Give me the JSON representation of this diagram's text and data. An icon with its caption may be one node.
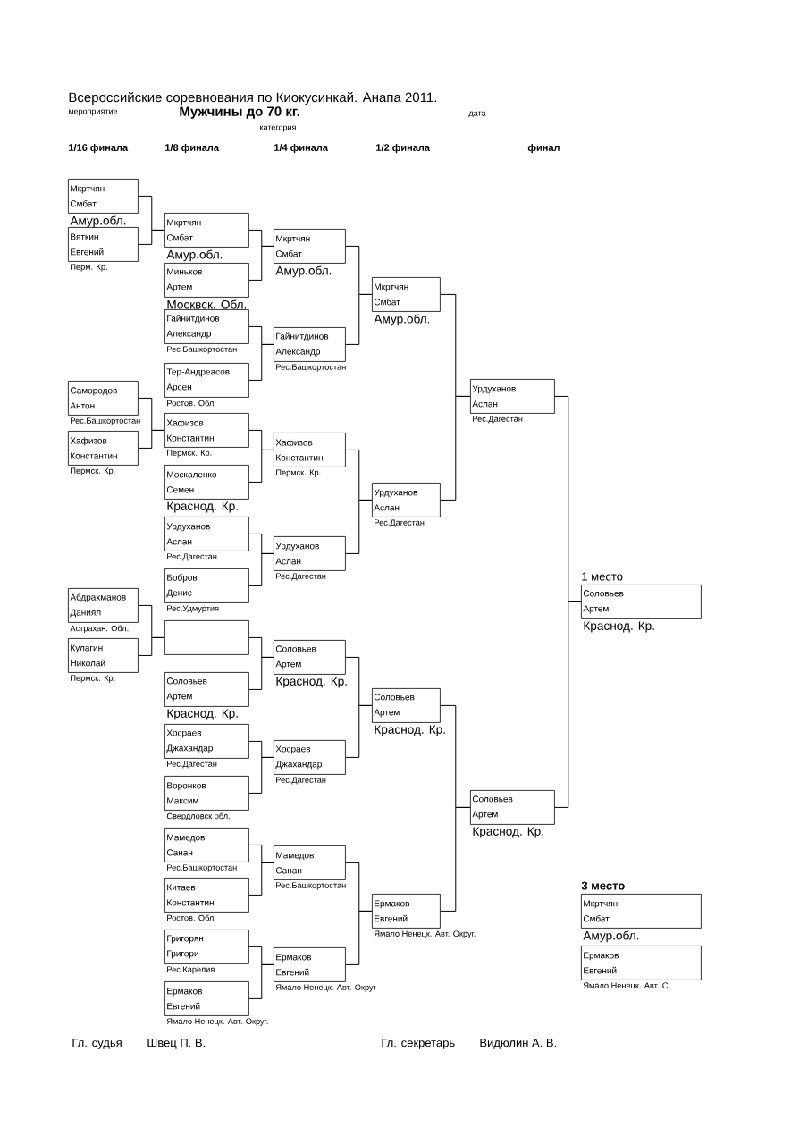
{
  "diagram": {
    "title": "Всероссийские соревнования по Киокусинкай. Анапа 2011.",
    "nodes": [
      {
        "text": [
          "Мкртчян",
          "Смбат"
        ],
        "beside": [
          "Амур.обл."
        ]
      },
      {
        "text": [
          "Вяткин",
          "Евгений"
        ],
        "beside": [
          "Перм. Кр."
        ]
      },
      {
        "text": [
          "Самородов",
          "Антон"
        ],
        "beside": [
          "Рес.Башкортостан"
        ]
      },
      {
        "text": [
          "Хафизов",
          "Константин"
        ],
        "beside": [
          "Пермск. Кр."
        ]
      },
      {
        "text": [
          "Абдрахманов",
          "Даниял"
        ],
        "beside": [
          "Астрахан. Обл."
        ]
      },
      {
        "text": [
          "Кулагин",
          "Николай"
        ],
        "beside": [
          "Пермск. Кр."
        ]
      },
      {
        "text": [
          "Мкртчян",
          "Смбат"
        ],
        "beside": [
          "Амур.обл."
        ]
      },
      {
        "text": [
          "Миньков",
          "Артем"
        ],
        "beside": [
          "Москвск. Обл."
        ]
      },
      {
        "text": [
          "Гайнитдинов",
          "Александр"
        ],
        "beside": [
          "Рес Башкортостан"
        ]
      },
      {
        "text": [
          "Тер-Андреасов",
          "Арсен"
        ],
        "beside": [
          "Ростов. Обл."
        ]
      },
      {
        "text": [
          "Хафизов",
          "Константин"
        ],
        "beside": [
          "Пермск. Кр."
        ]
      },
      {
        "text": [
          "Москаленко",
          "Семен"
        ],
        "beside": [
          "Краснод. Кр."
        ]
      },
      {
        "text": [
          "Урдуханов",
          "Аслан"
        ],
        "beside": [
          "Рес.Дагестан"
        ]
      },
      {
        "text": [
          "Бобров",
          "Денис"
        ],
        "beside": [
          "Рес.Удмуртия"
        ]
      },
      {
        "text": [],
        "shape": "box"
      },
      {
        "text": [
          "Соловьев",
          "Артем"
        ],
        "beside": [
          "Краснод. Кр."
        ]
      },
      {
        "text": [
          "Хосраев",
          "Джахандар"
        ],
        "beside": [
          "Рес.Дагестан"
        ]
      },
      {
        "text": [
          "Воронков",
          "Максим"
        ],
        "beside": [
          "Свердловск обл."
        ]
      },
      {
        "text": [
          "Мамедов",
          "Санан"
        ],
        "beside": [
          "Рес.Башкортостан"
        ]
      },
      {
        "text": [
          "Китаев",
          "Константин"
        ],
        "beside": [
          "Ростов. Обл."
        ]
      },
      {
        "text": [
          "Григорян",
          "Григори"
        ],
        "beside": [
          "Рес.Карелия"
        ]
      },
      {
        "text": [
          "Ермаков",
          "Евгений"
        ],
        "beside": [
          "Ямало Ненецк. Авт. Округ."
        ]
      },
      {
        "text": [
          "Мкртчян",
          "Смбат"
        ],
        "beside": [
          "Амур.обл."
        ]
      },
      {
        "text": [
          "Гайнитдинов",
          "Александр"
        ],
        "beside": [
          "Рес.Башкортостан"
        ]
      },
      {
        "text": [
          "Хафизов",
          "Константин"
        ],
        "beside": [
          "Пермск. Кр."
        ]
      },
      {
        "text": [
          "Урдуханов",
          "Аслан"
        ],
        "beside": [
          "Рес.Дагестан"
        ]
      },
      {
        "text": [
          "Соловьев",
          "Артем"
        ],
        "beside": [
          "Краснод. Кр."
        ]
      },
      {
        "text": [
          "Хосраев",
          "Джахандар"
        ],
        "beside": [
          "Рес.Дагестан"
        ]
      },
      {
        "text": [
          "Мамедов",
          "Санан"
        ],
        "beside": [
          "Рес.Башкортостан"
        ]
      },
      {
        "text": [
          "Ермаков",
          "Евгений"
        ],
        "beside": [
          "Ямало Ненецк. Авт. Округ"
        ]
      },
      {
        "text": [
          "Мкртчян",
          "Смбат"
        ],
        "beside": [
          "Амур.обл."
        ]
      },
      {
        "text": [
          "Урдуханов",
          "Аслан"
        ],
        "beside": [
          "Рес.Дагестан"
        ]
      },
      {
        "text": [
          "Соловьев",
          "Артем"
        ],
        "beside": [
          "Краснод. Кр."
        ]
      },
      {
        "text": [
          "Ермаков",
          "Евгений"
        ],
        "beside": [
          "Ямало Ненецк. Авт. Округ."
        ]
      },
      {
        "text": [
          "Урдуханов",
          "Аслан"
        ],
        "beside": [
          "Рес.Дагестан"
        ]
      },
      {
        "text": [
          "Соловьев",
          "Артем"
        ],
        "beside": [
          "Краснод. Кр."
        ]
      },
      {
        "text": [
          "1 место",
          "Соловьев",
          "Артем"
        ],
        "beside": [
          "Краснод. Кр."
        ]
      },
      {
        "text": [
          "3 место",
          "Мкртчян",
          "Смбат"
        ],
        "beside": [
          "Амур.обл."
        ]
      },
      {
        "text": [
          "Ермаков",
          "Евгений"
        ],
        "beside": [
          "Ямало Ненецк. Авт. С"
        ]
      }
    ],
    "edges": [
      {
        "from": 0,
        "to": 6,
        "arrow": "none"
      },
      {
        "from": 1,
        "to": 6,
        "arrow": "none"
      },
      {
        "from": 2,
        "to": 10,
        "arrow": "none"
      },
      {
        "from": 3,
        "to": 10,
        "arrow": "none"
      },
      {
        "from": 4,
        "to": 14,
        "arrow": "none"
      },
      {
        "from": 5,
        "to": 14,
        "arrow": "none"
      },
      {
        "from": 6,
        "to": 22,
        "arrow": "none"
      },
      {
        "from": 7,
        "to": 22,
        "arrow": "none"
      },
      {
        "from": 8,
        "to": 23,
        "arrow": "none"
      },
      {
        "from": 9,
        "to": 23,
        "arrow": "none"
      },
      {
        "from": 10,
        "to": 24,
        "arrow": "none"
      },
      {
        "from": 11,
        "to": 24,
        "arrow": "none"
      },
      {
        "from": 12,
        "to": 25,
        "arrow": "none"
      },
      {
        "from": 13,
        "to": 25,
        "arrow": "none"
      },
      {
        "from": 14,
        "to": 26,
        "arrow": "none"
      },
      {
        "from": 15,
        "to": 26,
        "arrow": "none"
      },
      {
        "from": 16,
        "to": 27,
        "arrow": "none"
      },
      {
        "from": 17,
        "to": 27,
        "arrow": "none"
      },
      {
        "from": 18,
        "to": 28,
        "arrow": "none"
      },
      {
        "from": 19,
        "to": 28,
        "arrow": "none"
      },
      {
        "from": 20,
        "to": 29,
        "arrow": "none"
      },
      {
        "from": 21,
        "to": 29,
        "arrow": "none"
      },
      {
        "from": 22,
        "to": 30,
        "arrow": "none"
      },
      {
        "from": 23,
        "to": 30,
        "arrow": "none"
      },
      {
        "from": 24,
        "to": 31,
        "arrow": "none"
      },
      {
        "from": 25,
        "to": 31,
        "arrow": "none"
      },
      {
        "from": 26,
        "to": 32,
        "arrow": "none"
      },
      {
        "from": 27,
        "to": 32,
        "arrow": "none"
      },
      {
        "from": 28,
        "to": 33,
        "arrow": "none"
      },
      {
        "from": 29,
        "to": 33,
        "arrow": "none"
      },
      {
        "from": 30,
        "to": 34,
        "arrow": "none"
      },
      {
        "from": 31,
        "to": 34,
        "arrow": "none"
      },
      {
        "from": 32,
        "to": 35,
        "arrow": "none"
      },
      {
        "from": 33,
        "to": 35,
        "arrow": "none"
      },
      {
        "from": 34,
        "to": 36,
        "arrow": "none"
      },
      {
        "from": 35,
        "to": 36,
        "arrow": "none"
      }
    ],
    "labels": [
      "мероприятие",
      "Мужчины до 70 кг.",
      "дата",
      "категория",
      "1/16 финала",
      "1/8 финала",
      "1/4 финала",
      "1/2 финала",
      "финал",
      "Гл. судья",
      "Швец П. В.",
      "Гл. секретарь",
      "Видюлин А. В."
    ]
  }
}
